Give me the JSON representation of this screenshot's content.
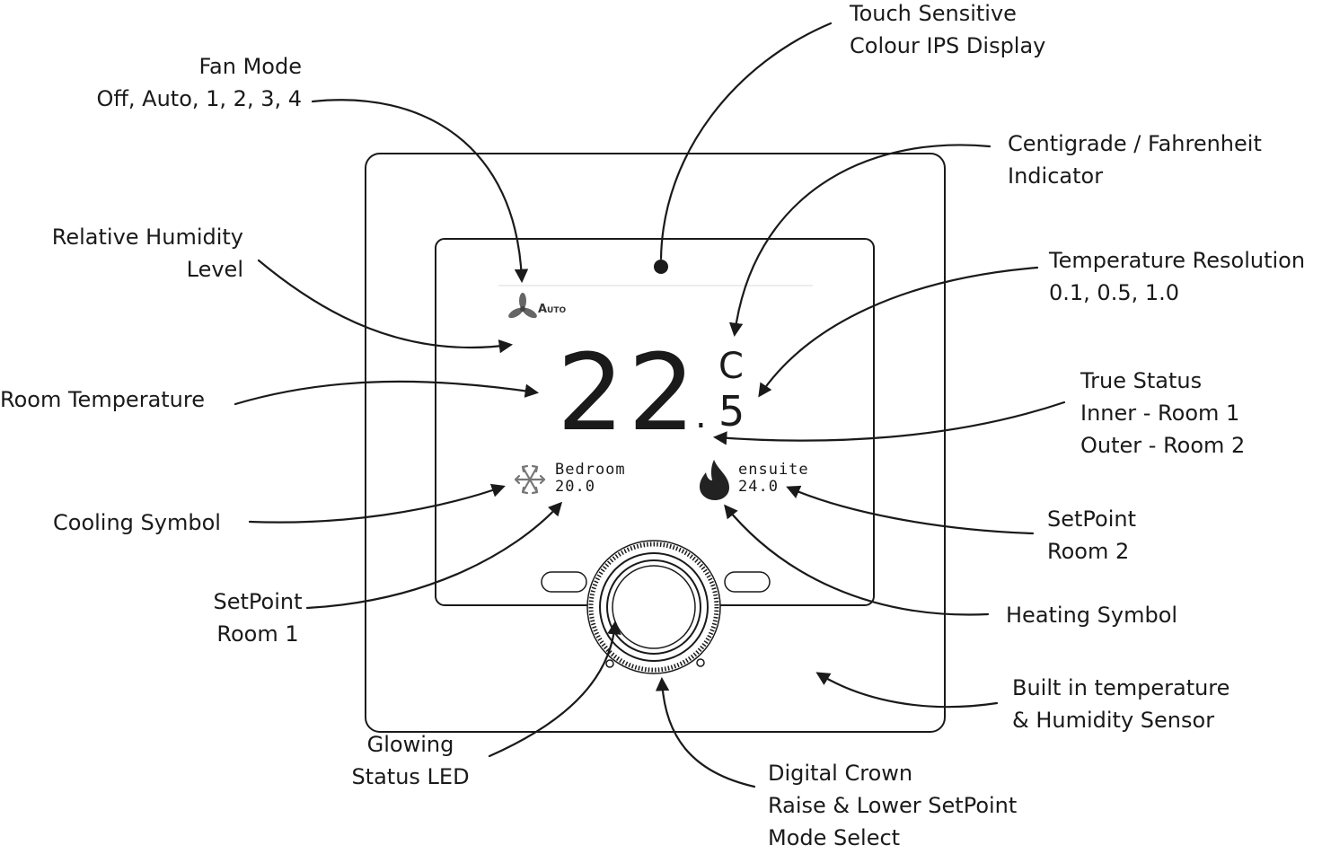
{
  "display": {
    "fan_mode": "Auto",
    "temp_whole": "22",
    "temp_dot": ".",
    "temp_decimal": "5",
    "unit": "C",
    "room1": {
      "name": "Bedroom",
      "setpoint": "20.0"
    },
    "room2": {
      "name": "ensuite",
      "setpoint": "24.0"
    }
  },
  "labels": {
    "touch_display": [
      "Touch Sensitive",
      "Colour IPS Display"
    ],
    "fan_mode": [
      "Fan Mode",
      "Off, Auto, 1, 2, 3, 4"
    ],
    "centigrade": [
      "Centigrade / Fahrenheit",
      "Indicator"
    ],
    "humidity": [
      "Relative Humidity",
      "Level"
    ],
    "resolution": [
      "Temperature Resolution",
      "0.1, 0.5, 1.0"
    ],
    "true_status": [
      "True Status",
      "Inner - Room 1",
      "Outer - Room 2"
    ],
    "room_temp": [
      "Room Temperature"
    ],
    "cooling": [
      "Cooling Symbol"
    ],
    "setpoint_room2": [
      "SetPoint",
      "Room 2"
    ],
    "setpoint_room1": [
      "SetPoint",
      "Room 1"
    ],
    "heating": [
      "Heating Symbol"
    ],
    "sensor": [
      "Built in temperature",
      "& Humidity Sensor"
    ],
    "led": [
      "Glowing",
      "Status LED"
    ],
    "crown": [
      "Digital Crown",
      "Raise & Lower SetPoint",
      "Mode Select"
    ]
  },
  "icons": {
    "fan": "fan-icon",
    "cooling": "snowflake-icon",
    "heating": "flame-icon",
    "crown": "digital-crown-dial"
  },
  "colors": {
    "line": "#1a1a1a",
    "fan": "#666666",
    "snow": "#777777",
    "flame": "#222222"
  }
}
